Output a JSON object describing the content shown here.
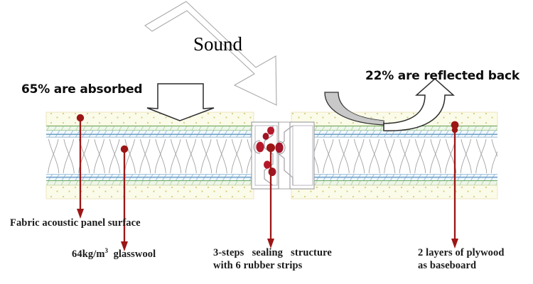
{
  "diagram": {
    "title": "Fabric acoustic panel wall cross-section with sound absorption",
    "sound_label": "Sound",
    "absorbed_label": "65% are absorbed",
    "reflected_label": "22% are reflected back",
    "absorbed_percent": 65,
    "reflected_percent": 22,
    "callouts": [
      {
        "id": "fabric-surface",
        "text": "Fabric acoustic panel surface"
      },
      {
        "id": "glasswool",
        "text_prefix": "64kg/m",
        "text_sup": "3",
        "text_suffix": "  glasswool",
        "density": "64kg/m³"
      },
      {
        "id": "sealing-structure",
        "line1": "3-steps   sealing   structure",
        "line2": "with 6 rubber strips",
        "steps": 3,
        "rubber_strips": 6
      },
      {
        "id": "plywood-baseboard",
        "line1": "2 layers of plywood",
        "line2": "as baseboard",
        "layers": 2
      }
    ],
    "colors": {
      "pointer_red": "#9c1616",
      "rubber_red": "#b01828",
      "fabric_cream": "#fbfbe8",
      "fabric_dot": "#d9cf8e",
      "green_layer": "#cfe4c2",
      "green_line": "#5d9e52",
      "blue_hatch": "#b9d4ea",
      "blue_line": "#6d9fc4",
      "gray_metal": "#8f8f8f",
      "wool_line": "#9a9a9a",
      "arrow_outline": "#9a9a9a",
      "reflect_gray": "#c6c6c6",
      "reflect_outline": "#2b2b2b",
      "absorb_outline": "#2b2b2b"
    },
    "layers": [
      {
        "name": "fabric-acoustic-panel-surface",
        "kind": "dotted-cream"
      },
      {
        "name": "green-scrim-layer",
        "kind": "green"
      },
      {
        "name": "plywood-baseboard-hatch",
        "kind": "blue-hatch"
      },
      {
        "name": "glasswool-core",
        "kind": "bowtie-fill"
      },
      {
        "name": "plywood-baseboard-hatch",
        "kind": "blue-hatch"
      },
      {
        "name": "green-scrim-layer",
        "kind": "green"
      },
      {
        "name": "fabric-acoustic-panel-surface",
        "kind": "dotted-cream"
      }
    ]
  }
}
